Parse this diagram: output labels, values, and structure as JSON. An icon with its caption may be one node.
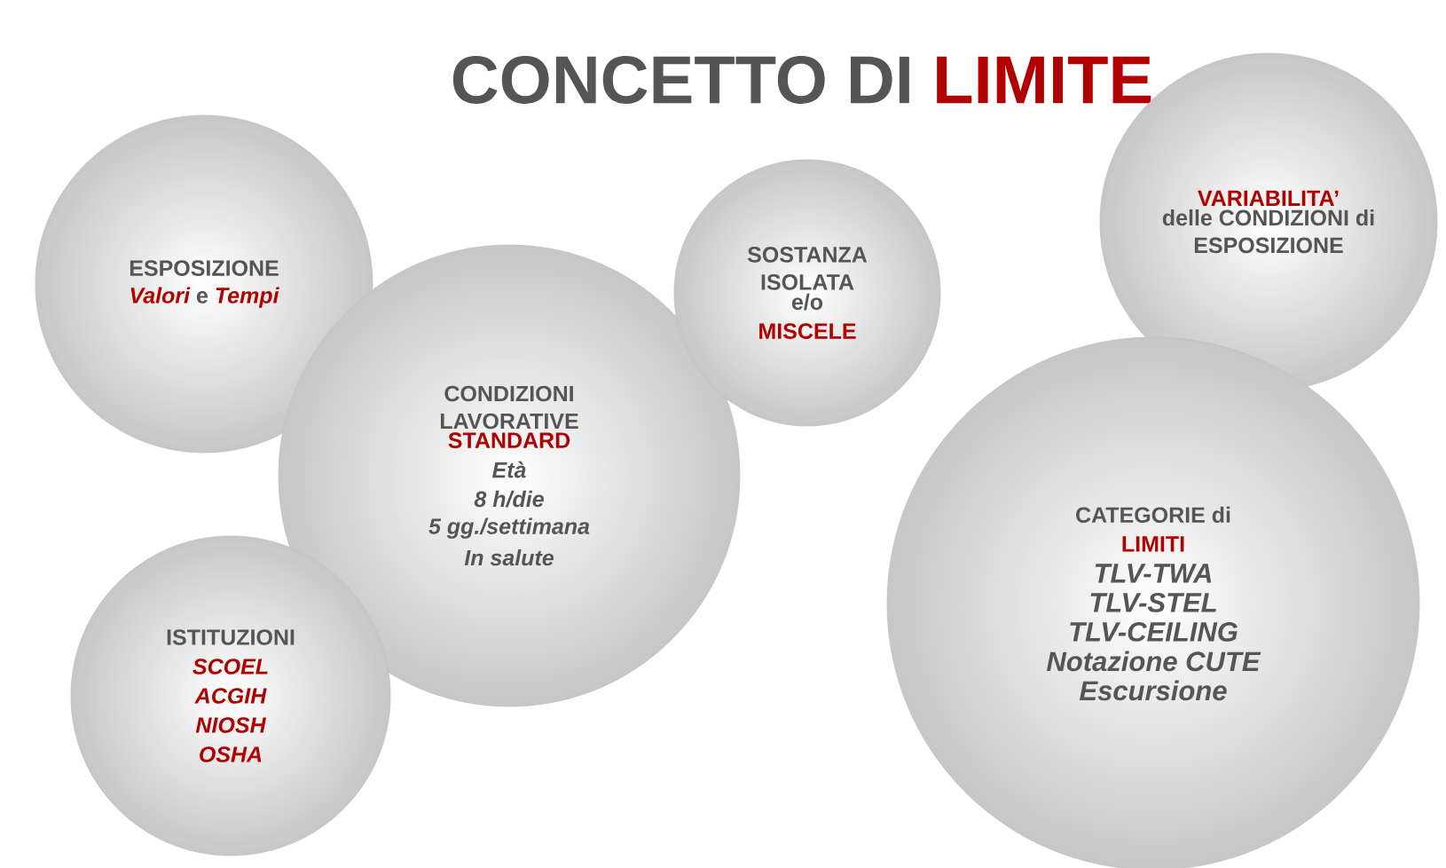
{
  "diagram": {
    "title": "CONCETTO DI **LIMITE**",
    "nodes": [
      {
        "text": [
          "ESPOSIZIONE",
          "*Valori* e *Tempi*"
        ]
      },
      {
        "text": [
          "CONDIZIONI LAVORATIVE",
          "STANDARD",
          "Età",
          "8 h/die",
          "5 gg./settimana",
          "In salute"
        ]
      },
      {
        "text": [
          "ISTITUZIONI",
          "SCOEL",
          "ACGIH",
          "NIOSH",
          "OSHA"
        ]
      },
      {
        "text": [
          "SOSTANZA ISOLATA",
          "e/o",
          "MISCELE"
        ]
      },
      {
        "text": [
          "VARIABILITA’",
          "delle CONDIZIONI di ESPOSIZIONE"
        ]
      },
      {
        "text": [
          "CATEGORIE di",
          "LIMITI",
          "TLV-TWA",
          "TLV-STEL",
          "TLV-CEILING",
          "Notazione CUTE",
          "Escursione"
        ]
      }
    ]
  }
}
